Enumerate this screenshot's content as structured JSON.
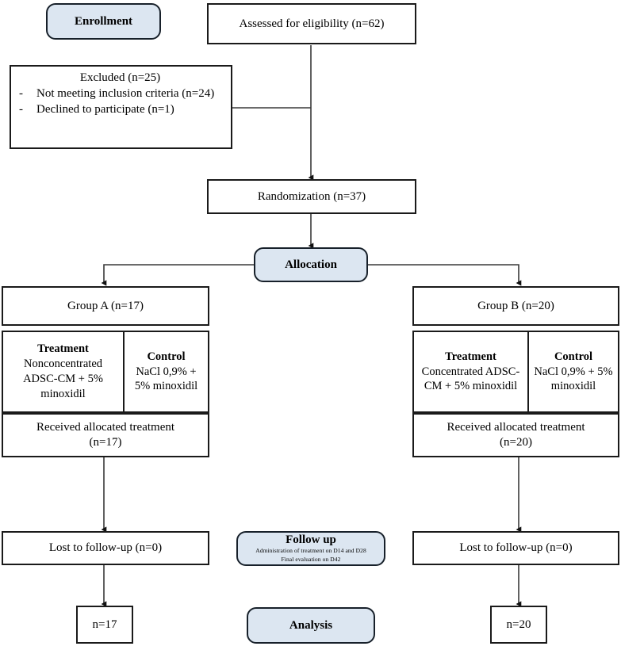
{
  "diagram": {
    "type": "consort-flow-diagram",
    "accent_color": "#dce6f1",
    "border_color": "#1a1a1a",
    "background": "#ffffff"
  },
  "stages": {
    "enrollment": "Enrollment",
    "allocation": "Allocation",
    "followup_title": "Follow up",
    "followup_line1": "Administration  of  treatment  on D14 and  D28",
    "followup_line2": "Final  evaluation  on D42",
    "analysis": "Analysis"
  },
  "enrollment": {
    "assessed": "Assessed for eligibility (n=62)",
    "excluded_head": "Excluded (n=25)",
    "excluded_items": [
      "Not meeting inclusion criteria (n=24)",
      "Declined to participate (n=1)"
    ],
    "excluded_dash": "-",
    "randomization": "Randomization (n=37)"
  },
  "arms": [
    {
      "id": "group-a",
      "header": "Group A (n=17)",
      "treatment_title": "Treatment",
      "treatment_detail": "Nonconcentrated ADSC-CM + 5% minoxidil",
      "control_title": "Control",
      "control_detail": "NaCl 0,9% + 5% minoxidil",
      "received_line1": "Received allocated treatment",
      "received_line2": "(n=17)",
      "lost": "Lost to follow-up (n=0)",
      "analyzed": "n=17"
    },
    {
      "id": "group-b",
      "header": "Group B (n=20)",
      "treatment_title": "Treatment",
      "treatment_detail": "Concentrated ADSC-CM + 5% minoxidil",
      "control_title": "Control",
      "control_detail": "NaCl 0,9% + 5% minoxidil",
      "received_line1": "Received allocated treatment",
      "received_line2": "(n=20)",
      "lost": "Lost to follow-up (n=0)",
      "analyzed": "n=20"
    }
  ]
}
